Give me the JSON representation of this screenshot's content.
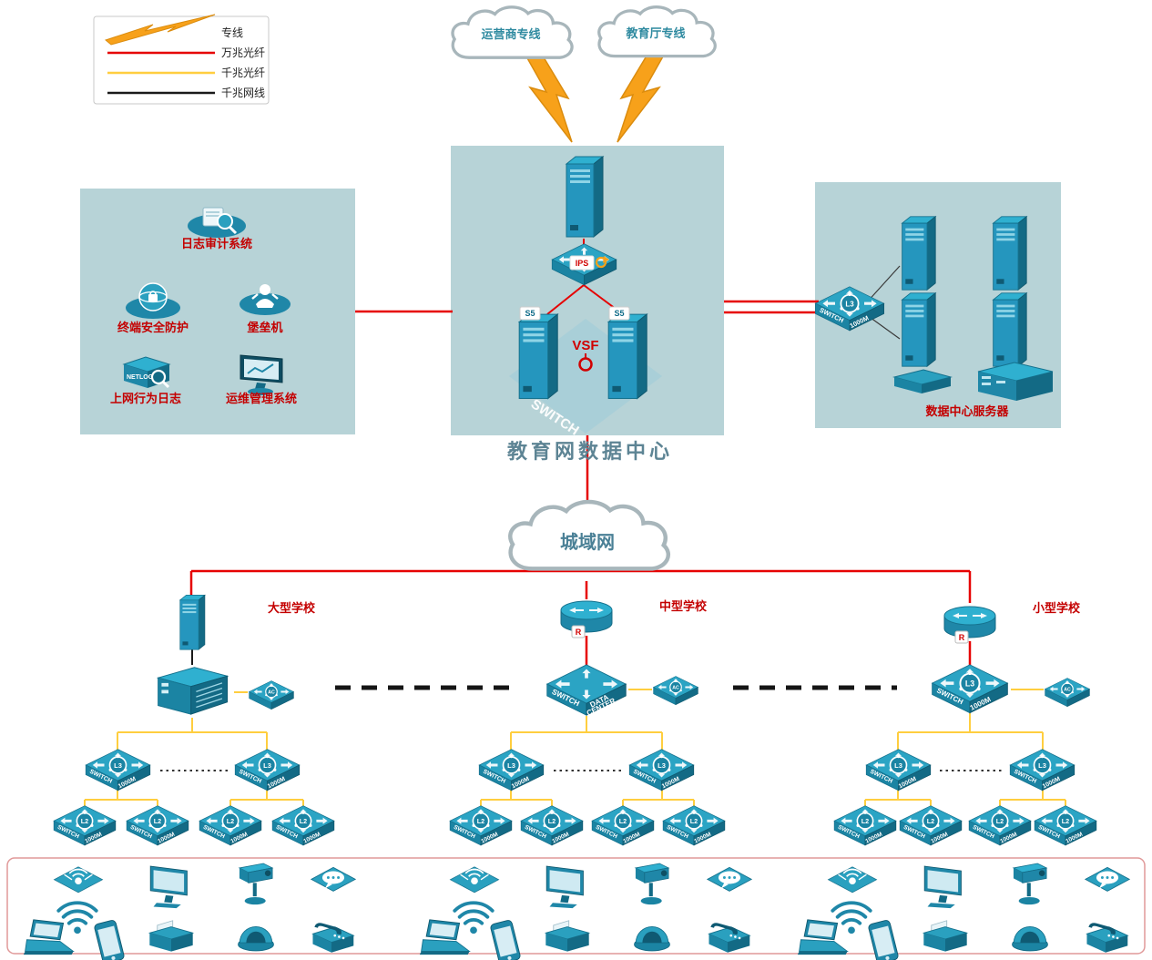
{
  "legend": {
    "items": [
      {
        "label": "专线"
      },
      {
        "label": "万兆光纤"
      },
      {
        "label": "千兆光纤"
      },
      {
        "label": "千兆网线"
      }
    ]
  },
  "clouds": {
    "carrier": "运营商专线",
    "edu": "教育厅专线",
    "man": "城域网"
  },
  "datacenter": {
    "title": "教育网数据中心",
    "vsf": "VSF",
    "ips": "IPS",
    "ghost_switch": "SWITCH",
    "server_badge": "S5"
  },
  "security_zone": {
    "log_audit": "日志审计系统",
    "terminal_security": "终端安全防护",
    "bastion": "堡垒机",
    "netlog_badge": "NETLOG",
    "net_behavior_log": "上网行为日志",
    "ops_mgmt": "运维管理系统"
  },
  "server_zone": {
    "title": "数据中心服务器"
  },
  "schools": {
    "large": "大型学校",
    "medium": "中型学校",
    "small": "小型学校"
  },
  "devices": {
    "switch": "SWITCH",
    "m1000": "1000M",
    "l3": "L3",
    "l2": "L2",
    "ac": "AC",
    "data": "DATA",
    "center": "CENTER",
    "router_badge": "R"
  },
  "colors": {
    "dedicated_line": "#f7a11a",
    "fiber_10g": "#e60000",
    "fiber_1g": "#ffce3f",
    "copper_1g": "#1a1a1a",
    "device_teal": "#1f87a8",
    "zone_bg": "#b7d3d7"
  }
}
